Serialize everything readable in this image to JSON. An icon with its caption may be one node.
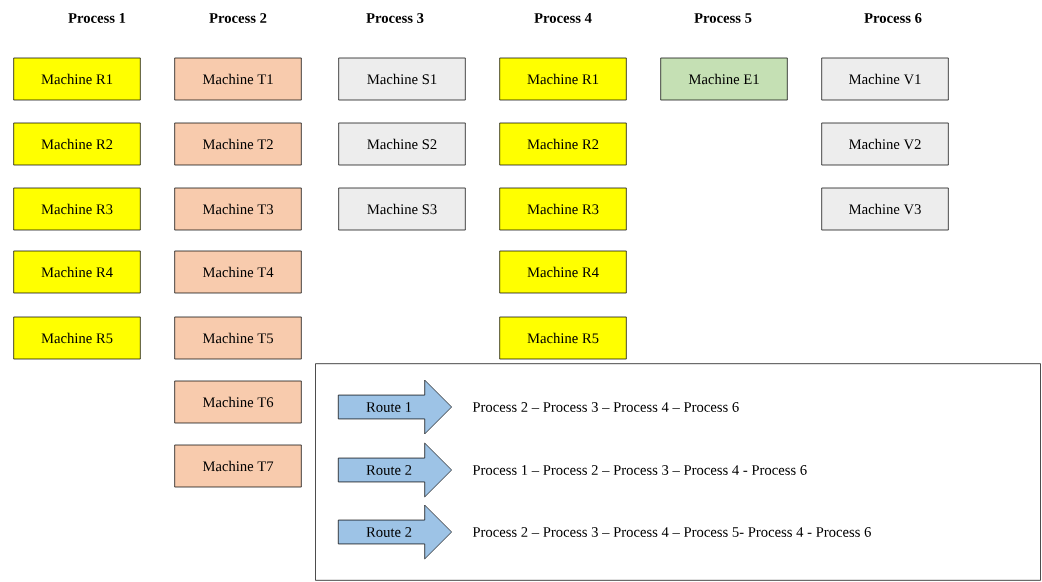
{
  "diagram": {
    "nodes": [
      {
        "text": [
          "Machine R1"
        ]
      },
      {
        "text": [
          "Machine R2"
        ]
      },
      {
        "text": [
          "Machine R3"
        ]
      },
      {
        "text": [
          "Machine R4"
        ]
      },
      {
        "text": [
          "Machine R5"
        ]
      },
      {
        "text": [
          "Machine T1"
        ]
      },
      {
        "text": [
          "Machine T2"
        ]
      },
      {
        "text": [
          "Machine T3"
        ]
      },
      {
        "text": [
          "Machine T4"
        ]
      },
      {
        "text": [
          "Machine T5"
        ]
      },
      {
        "text": [
          "Machine T6"
        ]
      },
      {
        "text": [
          "Machine T7"
        ]
      },
      {
        "text": [
          "Machine S1"
        ]
      },
      {
        "text": [
          "Machine S2"
        ]
      },
      {
        "text": [
          "Machine S3"
        ]
      },
      {
        "text": [
          "Machine R1"
        ]
      },
      {
        "text": [
          "Machine R2"
        ]
      },
      {
        "text": [
          "Machine R3"
        ]
      },
      {
        "text": [
          "Machine R4"
        ]
      },
      {
        "text": [
          "Machine R5"
        ]
      },
      {
        "text": [
          "Machine E1"
        ]
      },
      {
        "text": [
          "Machine V1"
        ]
      },
      {
        "text": [
          "Machine V2"
        ]
      },
      {
        "text": [
          "Machine V3"
        ]
      },
      {
        "text": [],
        "shape": "box"
      },
      {
        "text": [
          "Route 1"
        ],
        "in": 24,
        "beside": [
          "Process 2 – Process 3 – Process 4 – Process 6"
        ]
      },
      {
        "text": [
          "Route 2"
        ],
        "in": 24,
        "beside": [
          "Process 1 – Process 2 – Process 3 – Process 4 - Process 6"
        ]
      },
      {
        "text": [
          "Route 2"
        ],
        "in": 24,
        "beside": [
          "Process 2 – Process 3 – Process 4 – Process 5- Process 4 - Process 6"
        ]
      }
    ],
    "labels": [
      "Process 1",
      "Process 2",
      "Process 3",
      "Process 4",
      "Process 5",
      "Process 6"
    ]
  }
}
